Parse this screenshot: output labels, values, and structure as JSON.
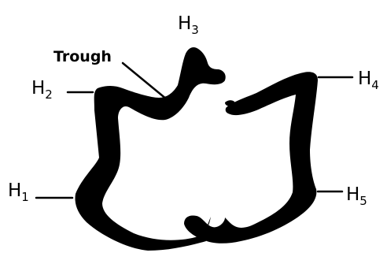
{
  "labels": {
    "trough": "Trough",
    "h1": {
      "letter": "H",
      "sub": "1"
    },
    "h2": {
      "letter": "H",
      "sub": "2"
    },
    "h3": {
      "letter": "H",
      "sub": "3"
    },
    "h4": {
      "letter": "H",
      "sub": "4"
    },
    "h5": {
      "letter": "H",
      "sub": "5"
    }
  },
  "colors": {
    "ink": "#000000",
    "background": "#ffffff"
  }
}
